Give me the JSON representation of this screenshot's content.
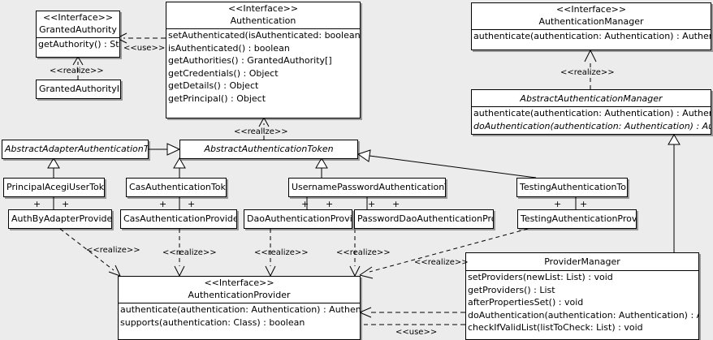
{
  "diagram": {
    "type": "uml-class-diagram",
    "background": "#ececec",
    "line_color": "#000000",
    "box_fill": "#ffffff"
  },
  "stereotypes": {
    "interface": "<<Interface>>",
    "realize": "<<realize>>",
    "use": "<<use>>"
  },
  "classes": {
    "granted_authority": {
      "stereotype": "<<Interface>>",
      "name": "GrantedAuthority",
      "operations": [
        "getAuthority() : String"
      ]
    },
    "granted_authority_impl": {
      "name": "GrantedAuthorityImpl"
    },
    "authentication": {
      "stereotype": "<<Interface>>",
      "name": "Authentication",
      "operations": [
        "setAuthenticated(isAuthenticated: boolean) : void",
        "isAuthenticated() : boolean",
        "getAuthorities() : GrantedAuthority[]",
        "getCredentials() : Object",
        "getDetails() : Object",
        "getPrincipal() : Object"
      ]
    },
    "authentication_manager": {
      "stereotype": "<<Interface>>",
      "name": "AuthenticationManager",
      "operations": [
        "authenticate(authentication: Authentication) : Authentication"
      ]
    },
    "abstract_authentication_manager": {
      "name": "AbstractAuthenticationManager",
      "abstract": true,
      "operations": [
        "authenticate(authentication: Authentication) : Authentication",
        "doAuthentication(authentication: Authentication) : Authentication"
      ]
    },
    "abstract_adapter_authentication_token": {
      "name": "AbstractAdapterAuthenticationToken",
      "abstract": true
    },
    "abstract_authentication_token": {
      "name": "AbstractAuthenticationToken",
      "abstract": true
    },
    "principal_acegi_user_token": {
      "name": "PrincipalAcegiUserToken"
    },
    "cas_authentication_token": {
      "name": "CasAuthenticationToken"
    },
    "username_password_authentication_token": {
      "name": "UsernamePasswordAuthenticationToken"
    },
    "testing_authentication_token": {
      "name": "TestingAuthenticationToken"
    },
    "auth_by_adapter_provider": {
      "name": "AuthByAdapterProvider"
    },
    "cas_authentication_provider": {
      "name": "CasAuthenticationProvider"
    },
    "dao_authentication_provider": {
      "name": "DaoAuthenticationProvider"
    },
    "password_dao_authentication_provider": {
      "name": "PasswordDaoAuthenticationProvider"
    },
    "testing_authentication_provider": {
      "name": "TestingAuthenticationProvider"
    },
    "authentication_provider": {
      "stereotype": "<<Interface>>",
      "name": "AuthenticationProvider",
      "operations": [
        "authenticate(authentication: Authentication) : Authentication",
        "supports(authentication: Class) : boolean"
      ]
    },
    "provider_manager": {
      "name": "ProviderManager",
      "operations": [
        "setProviders(newList: List) : void",
        "getProviders() : List",
        "afterPropertiesSet() : void",
        "doAuthentication(authentication: Authentication) : Authentication",
        "checkIfValidList(listToCheck: List) : void"
      ]
    }
  },
  "relationship_labels": {
    "use_authentication_to_grantedauthority": "<<use>>",
    "realize_grantedauthorityimpl": "<<realize>>",
    "realize_abstracttoken_authentication": "<<realize>>",
    "realize_authmanager": "<<realize>>",
    "realize_authbyadapter": "<<realize>>",
    "realize_cas": "<<realize>>",
    "realize_dao": "<<realize>>",
    "realize_passworddao": "<<realize>>",
    "realize_testing": "<<realize>>",
    "use_providermanager": "<<use>>"
  },
  "association_markers": {
    "plus": "+"
  }
}
